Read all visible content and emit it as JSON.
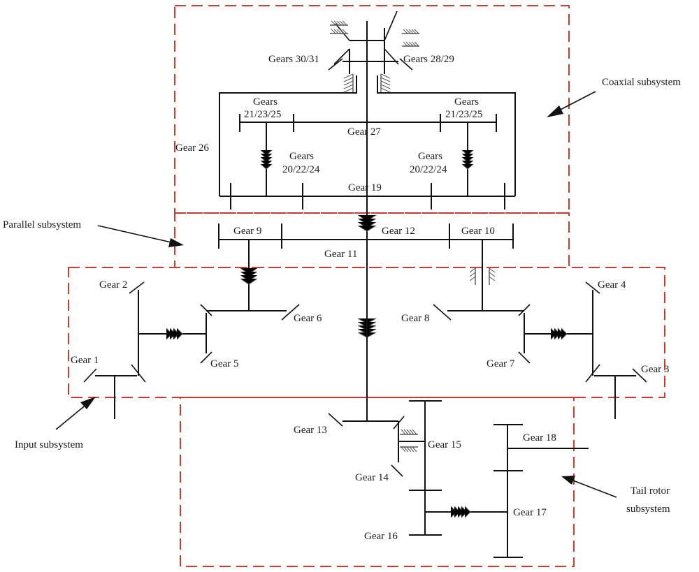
{
  "subsystems": {
    "coaxial": "Coaxial subsystem",
    "parallel": "Parallel subsystem",
    "input": "Input subsystem",
    "tail_line1": "Tail rotor",
    "tail_line2": "subsystem"
  },
  "gears": {
    "g1": "Gear 1",
    "g2": "Gear 2",
    "g3": "Gear 3",
    "g4": "Gear 4",
    "g5": "Gear 5",
    "g6": "Gear 6",
    "g7": "Gear 7",
    "g8": "Gear 8",
    "g9": "Gear 9",
    "g10": "Gear 10",
    "g11": "Gear 11",
    "g12": "Gear 12",
    "g13": "Gear 13",
    "g14": "Gear 14",
    "g15": "Gear 15",
    "g16": "Gear 16",
    "g17": "Gear 17",
    "g18": "Gear 18",
    "g19": "Gear 19",
    "g26": "Gear 26",
    "g27": "Gear 27",
    "g2022_line1": "Gears",
    "g2022_line2": "20/22/24",
    "g2123_line1": "Gears",
    "g2123_line2": "21/23/25",
    "g3031": "Gears 30/31",
    "g2829": "Gears 28/29"
  },
  "colors": {
    "boundary": "#d0392b",
    "lines": "#111111",
    "text": "#1a1a1a"
  }
}
